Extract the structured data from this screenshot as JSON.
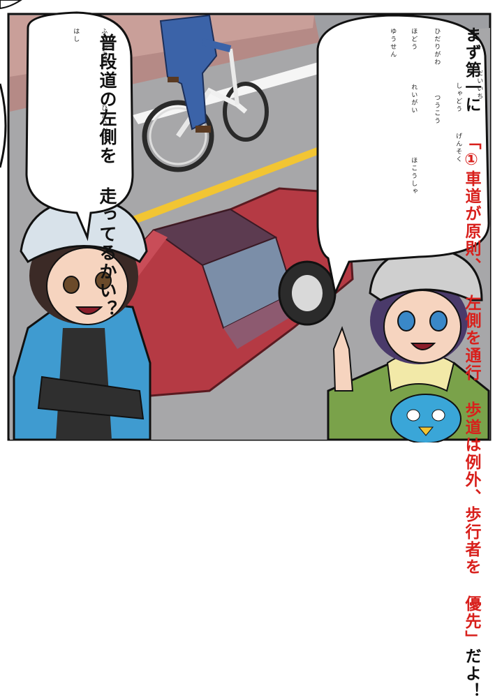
{
  "left_bubble": {
    "ruby": [
      "ふだんみち",
      "はし",
      "ひだりがわ"
    ],
    "lines": [
      "普段道の左側を",
      "走ってるかい？"
    ]
  },
  "right_bubble": {
    "ruby": [
      "だいいち",
      "しゃどう",
      "げんそく",
      "ひだりがわ",
      "つうこう",
      "ほどう",
      "れいがい",
      "ほこうしゃ",
      "ゆうせん"
    ],
    "line1": "まず第一に",
    "line2": "「①車道が原則、",
    "line3": "左側を通行",
    "line4": "歩道は例外、歩行者を",
    "line5_red": "優先」",
    "line5_black": "だよ！"
  },
  "colors": {
    "sky": "#ffffff",
    "road": "#a7a7a9",
    "car": "#b53a44",
    "line_yellow": "#f2c533",
    "jacket_boy": "#3f9bd0",
    "cap_girl": "#cfcfcf",
    "hoodie_girl": "#7aa24a",
    "text_red": "#d8201c"
  }
}
